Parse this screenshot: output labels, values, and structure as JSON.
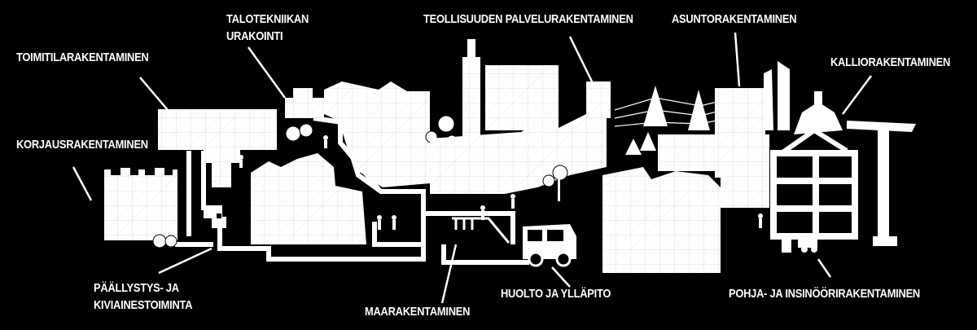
{
  "colors": {
    "background": "#000000",
    "foreground": "#ffffff",
    "detail": "#d8d8d8"
  },
  "labels": {
    "korjausrakentaminen": "KORJAUSRAKENTAMINEN",
    "toimitilarakentaminen": "TOIMITILARAKENTAMINEN",
    "talotekniikan": [
      "TALOTEKNIIKAN",
      "URAKOINTI"
    ],
    "teollisuuden": "TEOLLISUUDEN PALVELURAKENTAMINEN",
    "asuntorakentaminen": "ASUNTORAKENTAMINEN",
    "kalliorakentaminen": "KALLIORAKENTAMINEN",
    "paallystys": [
      "PÄÄLLYSTYS- JA",
      "KIVIAINESTOIMINTA"
    ],
    "maarakentaminen": "MAARAKENTAMINEN",
    "huolto": "HUOLTO JA YLLÄPITO",
    "pohja": "POHJA- JA INSINÖÖRIRAKENTAMINEN"
  }
}
